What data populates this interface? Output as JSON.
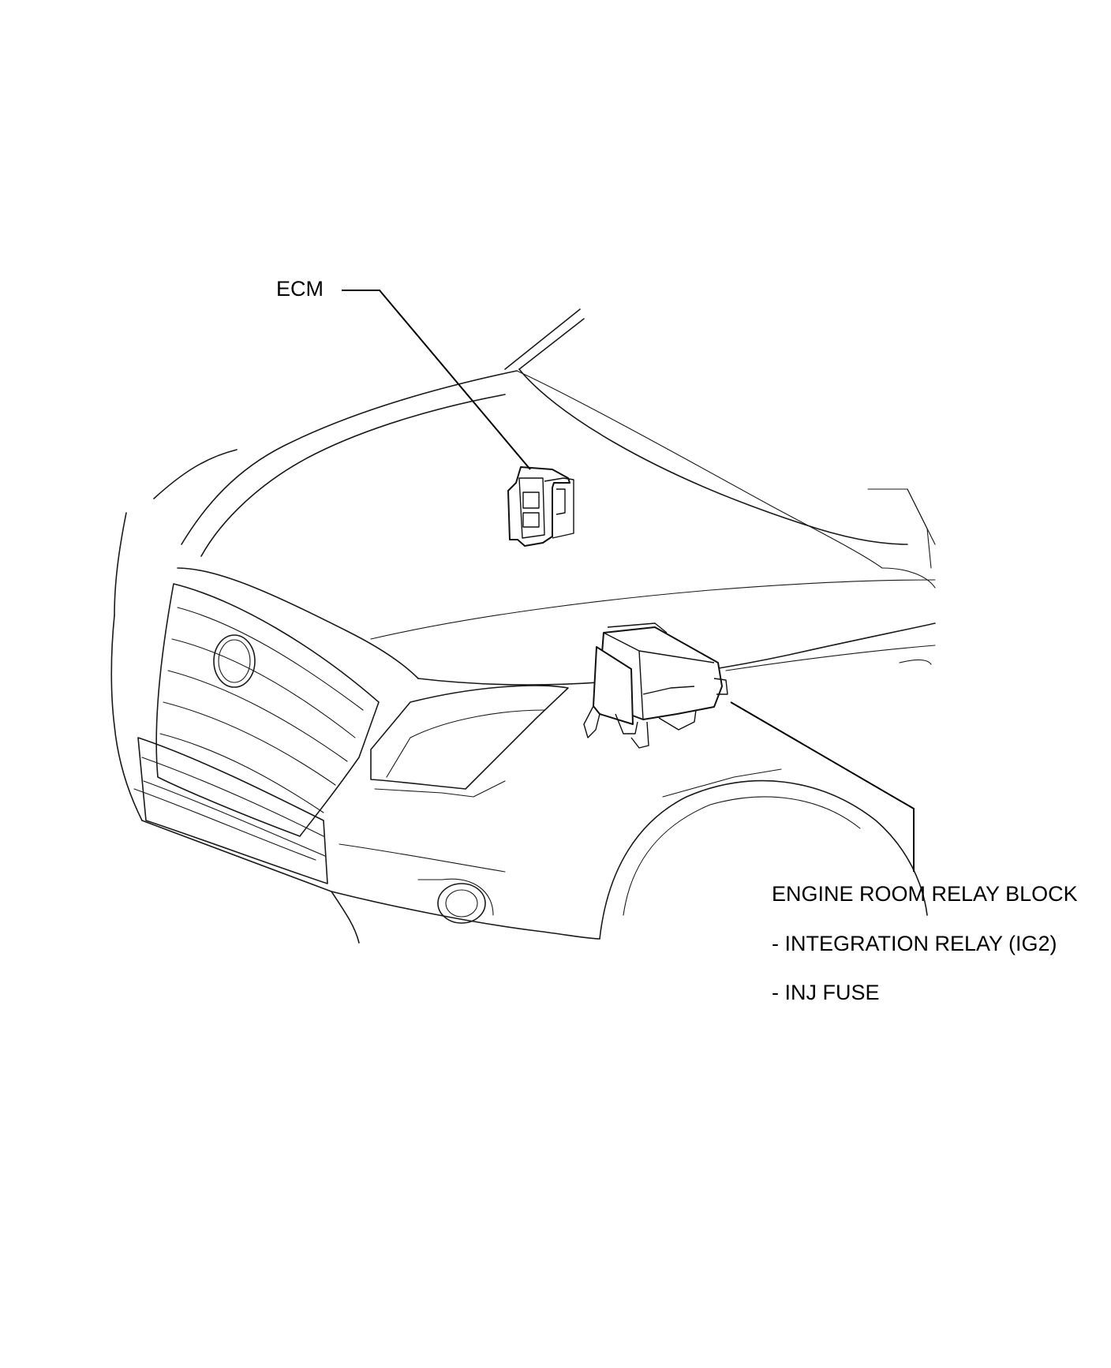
{
  "labels": {
    "ecm": "ECM",
    "engine_room_relay_block": "ENGINE ROOM RELAY BLOCK",
    "integration_relay": "- INTEGRATION RELAY (IG2)",
    "inj_fuse": "- INJ FUSE"
  },
  "colors": {
    "line": "#000000",
    "background": "#ffffff"
  }
}
